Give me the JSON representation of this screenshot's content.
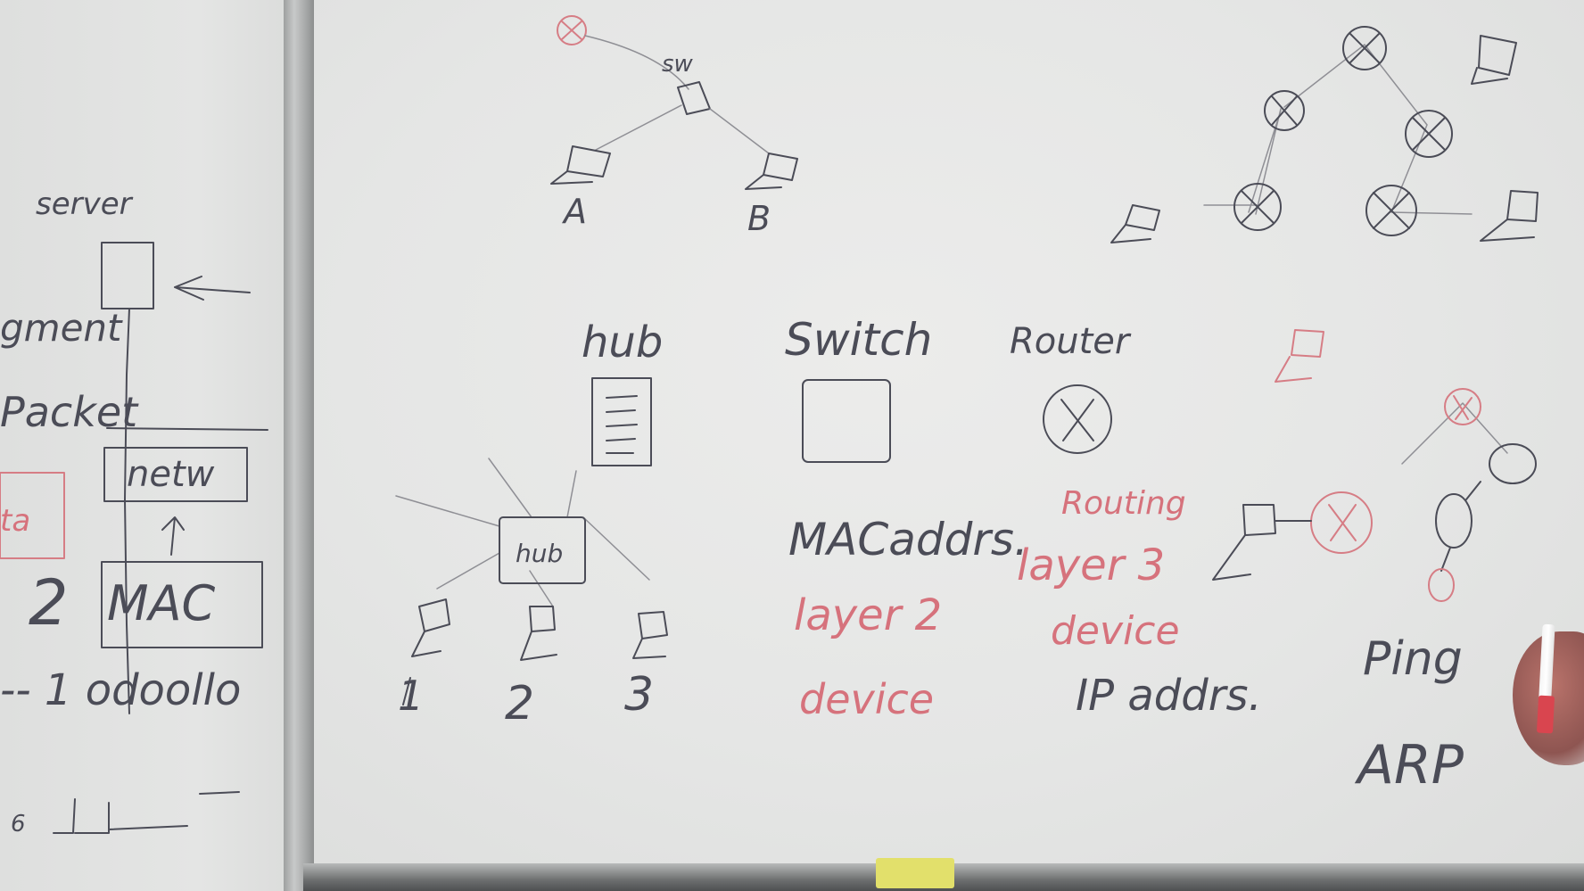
{
  "left_panel": {
    "server_label": "server",
    "segment_label": "gment",
    "packet_label": "Packet",
    "netw_label": "netw",
    "data_label": "ta",
    "layer2_number": "2",
    "mac_label": "MAC",
    "bits_label": "-- 1 odoollo",
    "layer1_number": "6"
  },
  "top_diagram": {
    "switch_label": "sw",
    "pc_a_label": "A",
    "pc_b_label": "B"
  },
  "device_headings": {
    "hub": "hub",
    "switch": "Switch",
    "router": "Router"
  },
  "hub_diagram": {
    "hub_label": "hub",
    "pc_labels": [
      "1",
      "2",
      "3"
    ]
  },
  "switch_notes": {
    "mac_addrs": "MACaddrs.",
    "layer": "layer 2",
    "device": "device"
  },
  "router_notes": {
    "routing": "Routing",
    "layer": "layer 3",
    "device": "device",
    "ip_addrs": "IP addrs."
  },
  "right_notes": {
    "ping": "Ping",
    "arp": "ARP"
  },
  "colors": {
    "ink_black": "#4b4c57",
    "ink_red": "#d67d85",
    "board": "#e5e6e5",
    "frame": "#9ea0a0",
    "magnet": "#e2e06b"
  }
}
